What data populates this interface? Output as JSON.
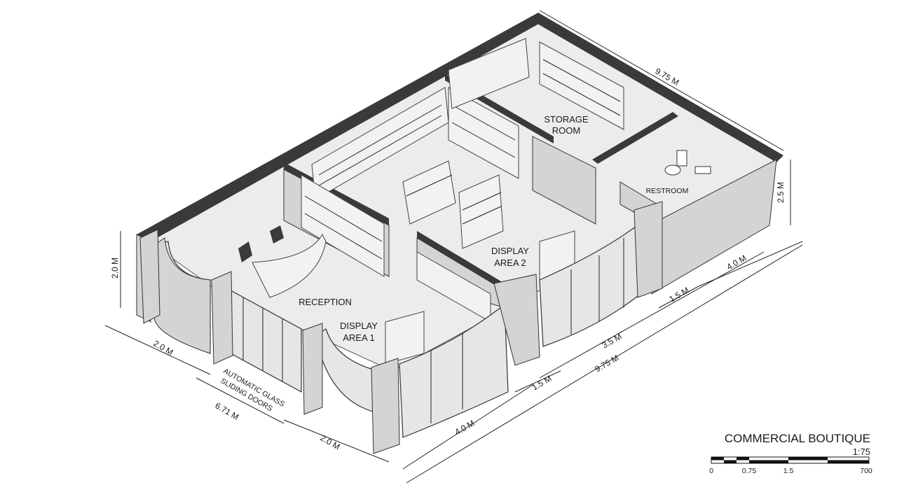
{
  "rooms": {
    "storage": [
      "STORAGE",
      "ROOM"
    ],
    "restroom": "RESTROOM",
    "reception": "RECEPTION",
    "display1": [
      "DISPLAY",
      "AREA 1"
    ],
    "display2": [
      "DISPLAY",
      "AREA 2"
    ]
  },
  "doors_label": [
    "AUTOMATIC GLASS",
    "SLIDING DOORS"
  ],
  "dimensions": {
    "back_length": "9.75 M",
    "height_right": "2.5 M",
    "height_left": "2.0 M",
    "front_left_2": "2.0 M",
    "front_total": "6.71 M",
    "front_right_2": "2.0 M",
    "side_4a": "4.0 M",
    "side_1_5a": "1.5 M",
    "side_3_5": "3.5 M",
    "side_9_75": "9.75 M",
    "side_1_5b": "1.5 M",
    "side_4b": "4.0 M"
  },
  "title_block": {
    "title": "COMMERCIAL BOUTIQUE",
    "scale": "1:75",
    "ticks": [
      "0",
      "0.75",
      "1.5",
      "700"
    ]
  }
}
